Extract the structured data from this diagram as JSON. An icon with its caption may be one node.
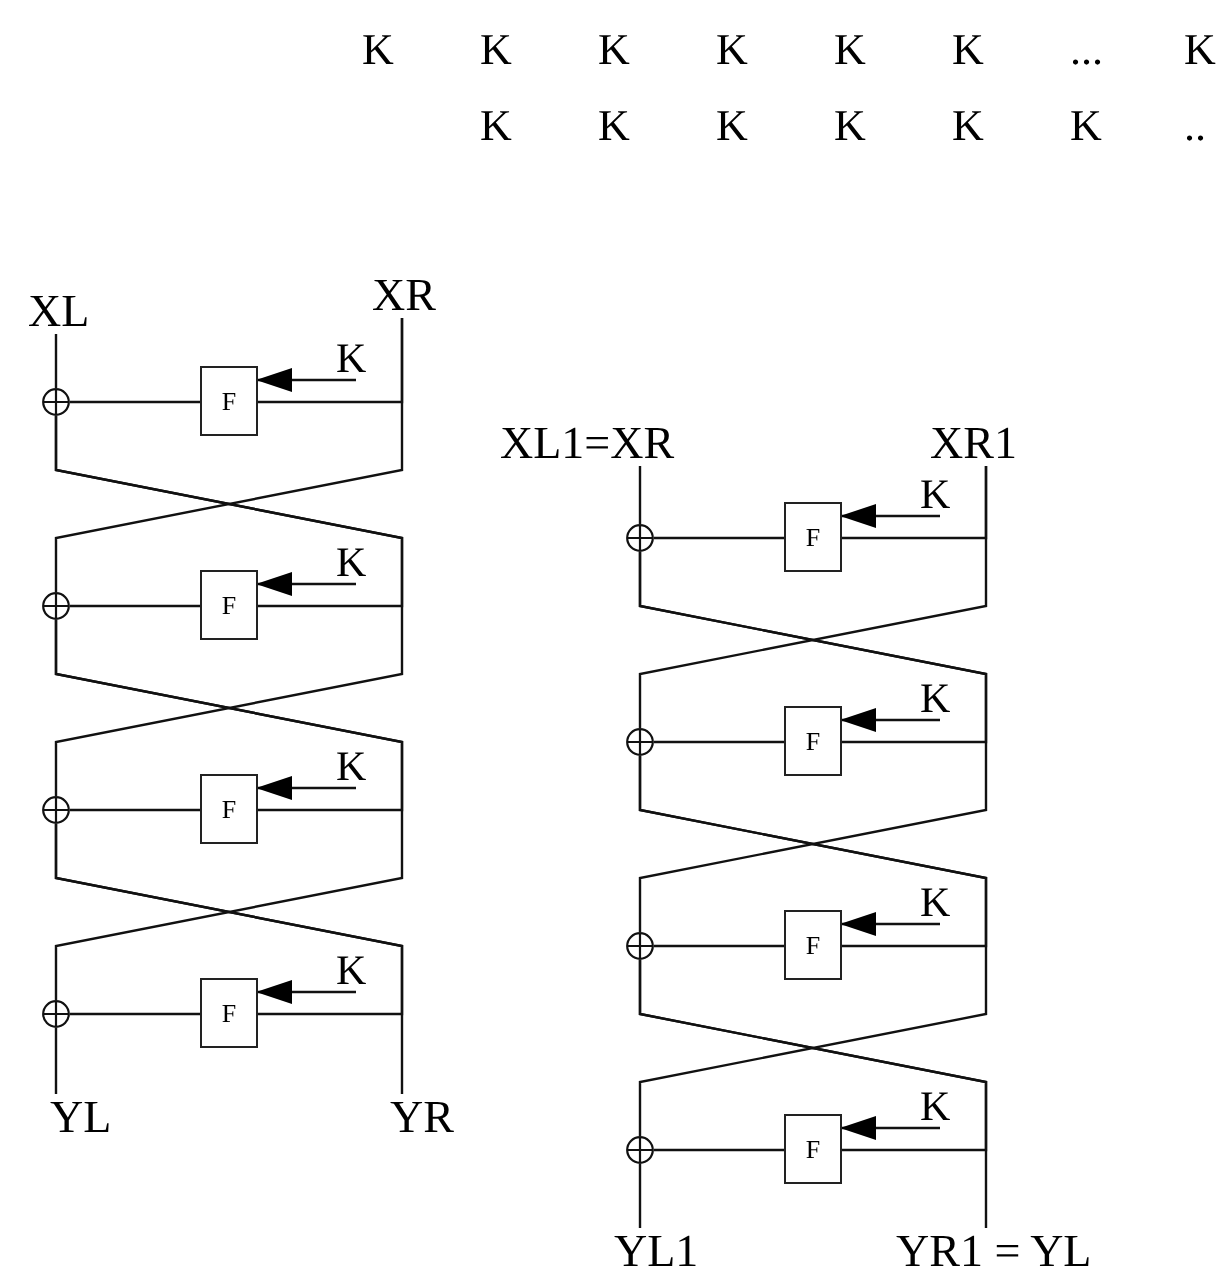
{
  "diagram": {
    "nodes": [
      {
        "text": [
          "XL"
        ]
      },
      {
        "text": [
          "XR"
        ]
      },
      {
        "text": [],
        "shape": "circle"
      },
      {
        "text": [
          "F"
        ]
      },
      {
        "text": [
          "K"
        ]
      },
      {
        "text": [],
        "shape": "circle"
      },
      {
        "text": [
          "F"
        ]
      },
      {
        "text": [
          "K"
        ]
      },
      {
        "text": [],
        "shape": "circle"
      },
      {
        "text": [
          "F"
        ]
      },
      {
        "text": [
          "K"
        ]
      },
      {
        "text": [],
        "shape": "circle"
      },
      {
        "text": [
          "F"
        ]
      },
      {
        "text": [
          "K"
        ]
      },
      {
        "text": [
          "YL"
        ]
      },
      {
        "text": [
          "YR"
        ]
      },
      {
        "text": [
          "XL1=XR"
        ]
      },
      {
        "text": [
          "XR1"
        ]
      },
      {
        "text": [],
        "shape": "circle"
      },
      {
        "text": [
          "F"
        ]
      },
      {
        "text": [
          "K"
        ]
      },
      {
        "text": [],
        "shape": "circle"
      },
      {
        "text": [
          "F"
        ]
      },
      {
        "text": [
          "K"
        ]
      },
      {
        "text": [],
        "shape": "circle"
      },
      {
        "text": [
          "F"
        ]
      },
      {
        "text": [
          "K"
        ]
      },
      {
        "text": [],
        "shape": "circle"
      },
      {
        "text": [
          "F"
        ]
      },
      {
        "text": [
          "K"
        ]
      },
      {
        "text": [
          "YL1"
        ]
      },
      {
        "text": [
          "YR1 = YL"
        ]
      }
    ],
    "edges": [
      {
        "from": 4,
        "to": 3,
        "arrow": "to"
      },
      {
        "from": 3,
        "to": 2,
        "arrow": "none"
      },
      {
        "from": 1,
        "to": 3,
        "arrow": "none"
      },
      {
        "from": 0,
        "to": 2,
        "arrow": "none"
      },
      {
        "from": 7,
        "to": 6,
        "arrow": "to"
      },
      {
        "from": 6,
        "to": 5,
        "arrow": "none"
      },
      {
        "from": 2,
        "to": 6,
        "arrow": "none"
      },
      {
        "from": 1,
        "to": 5,
        "arrow": "none"
      },
      {
        "from": 10,
        "to": 9,
        "arrow": "to"
      },
      {
        "from": 9,
        "to": 8,
        "arrow": "none"
      },
      {
        "from": 5,
        "to": 9,
        "arrow": "none"
      },
      {
        "from": 2,
        "to": 8,
        "arrow": "none"
      },
      {
        "from": 13,
        "to": 12,
        "arrow": "to"
      },
      {
        "from": 12,
        "to": 11,
        "arrow": "none"
      },
      {
        "from": 8,
        "to": 12,
        "arrow": "none"
      },
      {
        "from": 5,
        "to": 11,
        "arrow": "none"
      },
      {
        "from": 11,
        "to": 14,
        "arrow": "none"
      },
      {
        "from": 8,
        "to": 15,
        "arrow": "none"
      },
      {
        "from": 20,
        "to": 19,
        "arrow": "to"
      },
      {
        "from": 19,
        "to": 18,
        "arrow": "none"
      },
      {
        "from": 17,
        "to": 19,
        "arrow": "none"
      },
      {
        "from": 16,
        "to": 18,
        "arrow": "none"
      },
      {
        "from": 23,
        "to": 22,
        "arrow": "to"
      },
      {
        "from": 22,
        "to": 21,
        "arrow": "none"
      },
      {
        "from": 18,
        "to": 22,
        "arrow": "none"
      },
      {
        "from": 17,
        "to": 21,
        "arrow": "none"
      },
      {
        "from": 26,
        "to": 25,
        "arrow": "to"
      },
      {
        "from": 25,
        "to": 24,
        "arrow": "none"
      },
      {
        "from": 21,
        "to": 25,
        "arrow": "none"
      },
      {
        "from": 18,
        "to": 24,
        "arrow": "none"
      },
      {
        "from": 29,
        "to": 28,
        "arrow": "to"
      },
      {
        "from": 28,
        "to": 27,
        "arrow": "none"
      },
      {
        "from": 24,
        "to": 28,
        "arrow": "none"
      },
      {
        "from": 21,
        "to": 27,
        "arrow": "none"
      },
      {
        "from": 27,
        "to": 30,
        "arrow": "none"
      },
      {
        "from": 24,
        "to": 31,
        "arrow": "none"
      }
    ],
    "labels": [
      "K",
      "K",
      "K",
      "K",
      "K",
      "K",
      "...",
      "K",
      "K",
      "K",
      "K",
      "K",
      "K",
      "K",
      ".."
    ]
  }
}
